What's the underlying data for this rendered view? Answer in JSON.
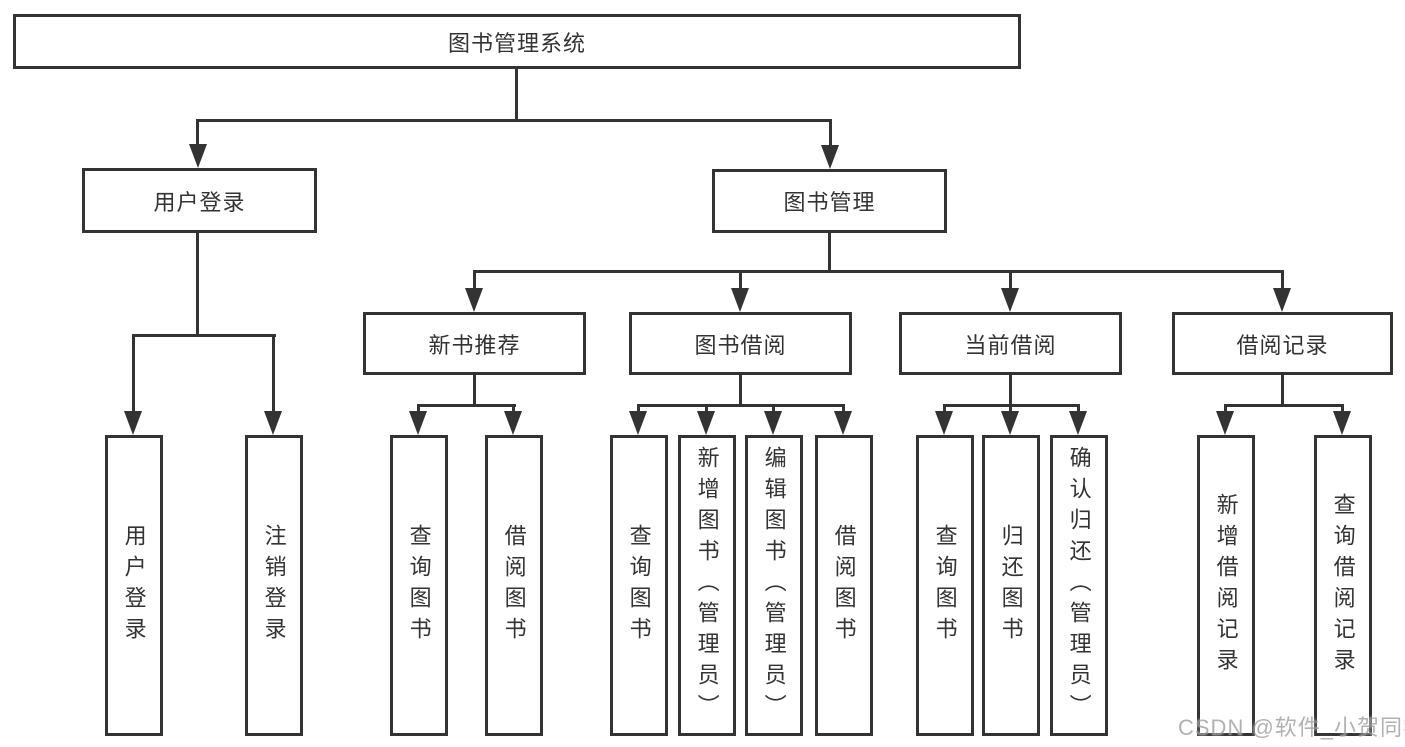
{
  "colors": {
    "line": "#333333",
    "text": "#333333",
    "background": "#ffffff",
    "watermark": "#9e9e9e"
  },
  "nodes": {
    "root": "图书管理系统",
    "level2": [
      "用户登录",
      "图书管理"
    ],
    "level3": [
      "新书推荐",
      "图书借阅",
      "当前借阅",
      "借阅记录"
    ],
    "leaves_user_login": [
      "用户登录",
      "注销登录"
    ],
    "leaves_new_books": [
      "查询图书",
      "借阅图书"
    ],
    "leaves_book_borrow": [
      "查询图书",
      "新增图书（管理员）",
      "编辑图书（管理员）",
      "借阅图书"
    ],
    "leaves_current_borrow": [
      "查询图书",
      "归还图书",
      "确认归还（管理员）"
    ],
    "leaves_borrow_records": [
      "新增借阅记录",
      "查询借阅记录"
    ]
  },
  "watermark": "CSDN @软件_小贺同学"
}
